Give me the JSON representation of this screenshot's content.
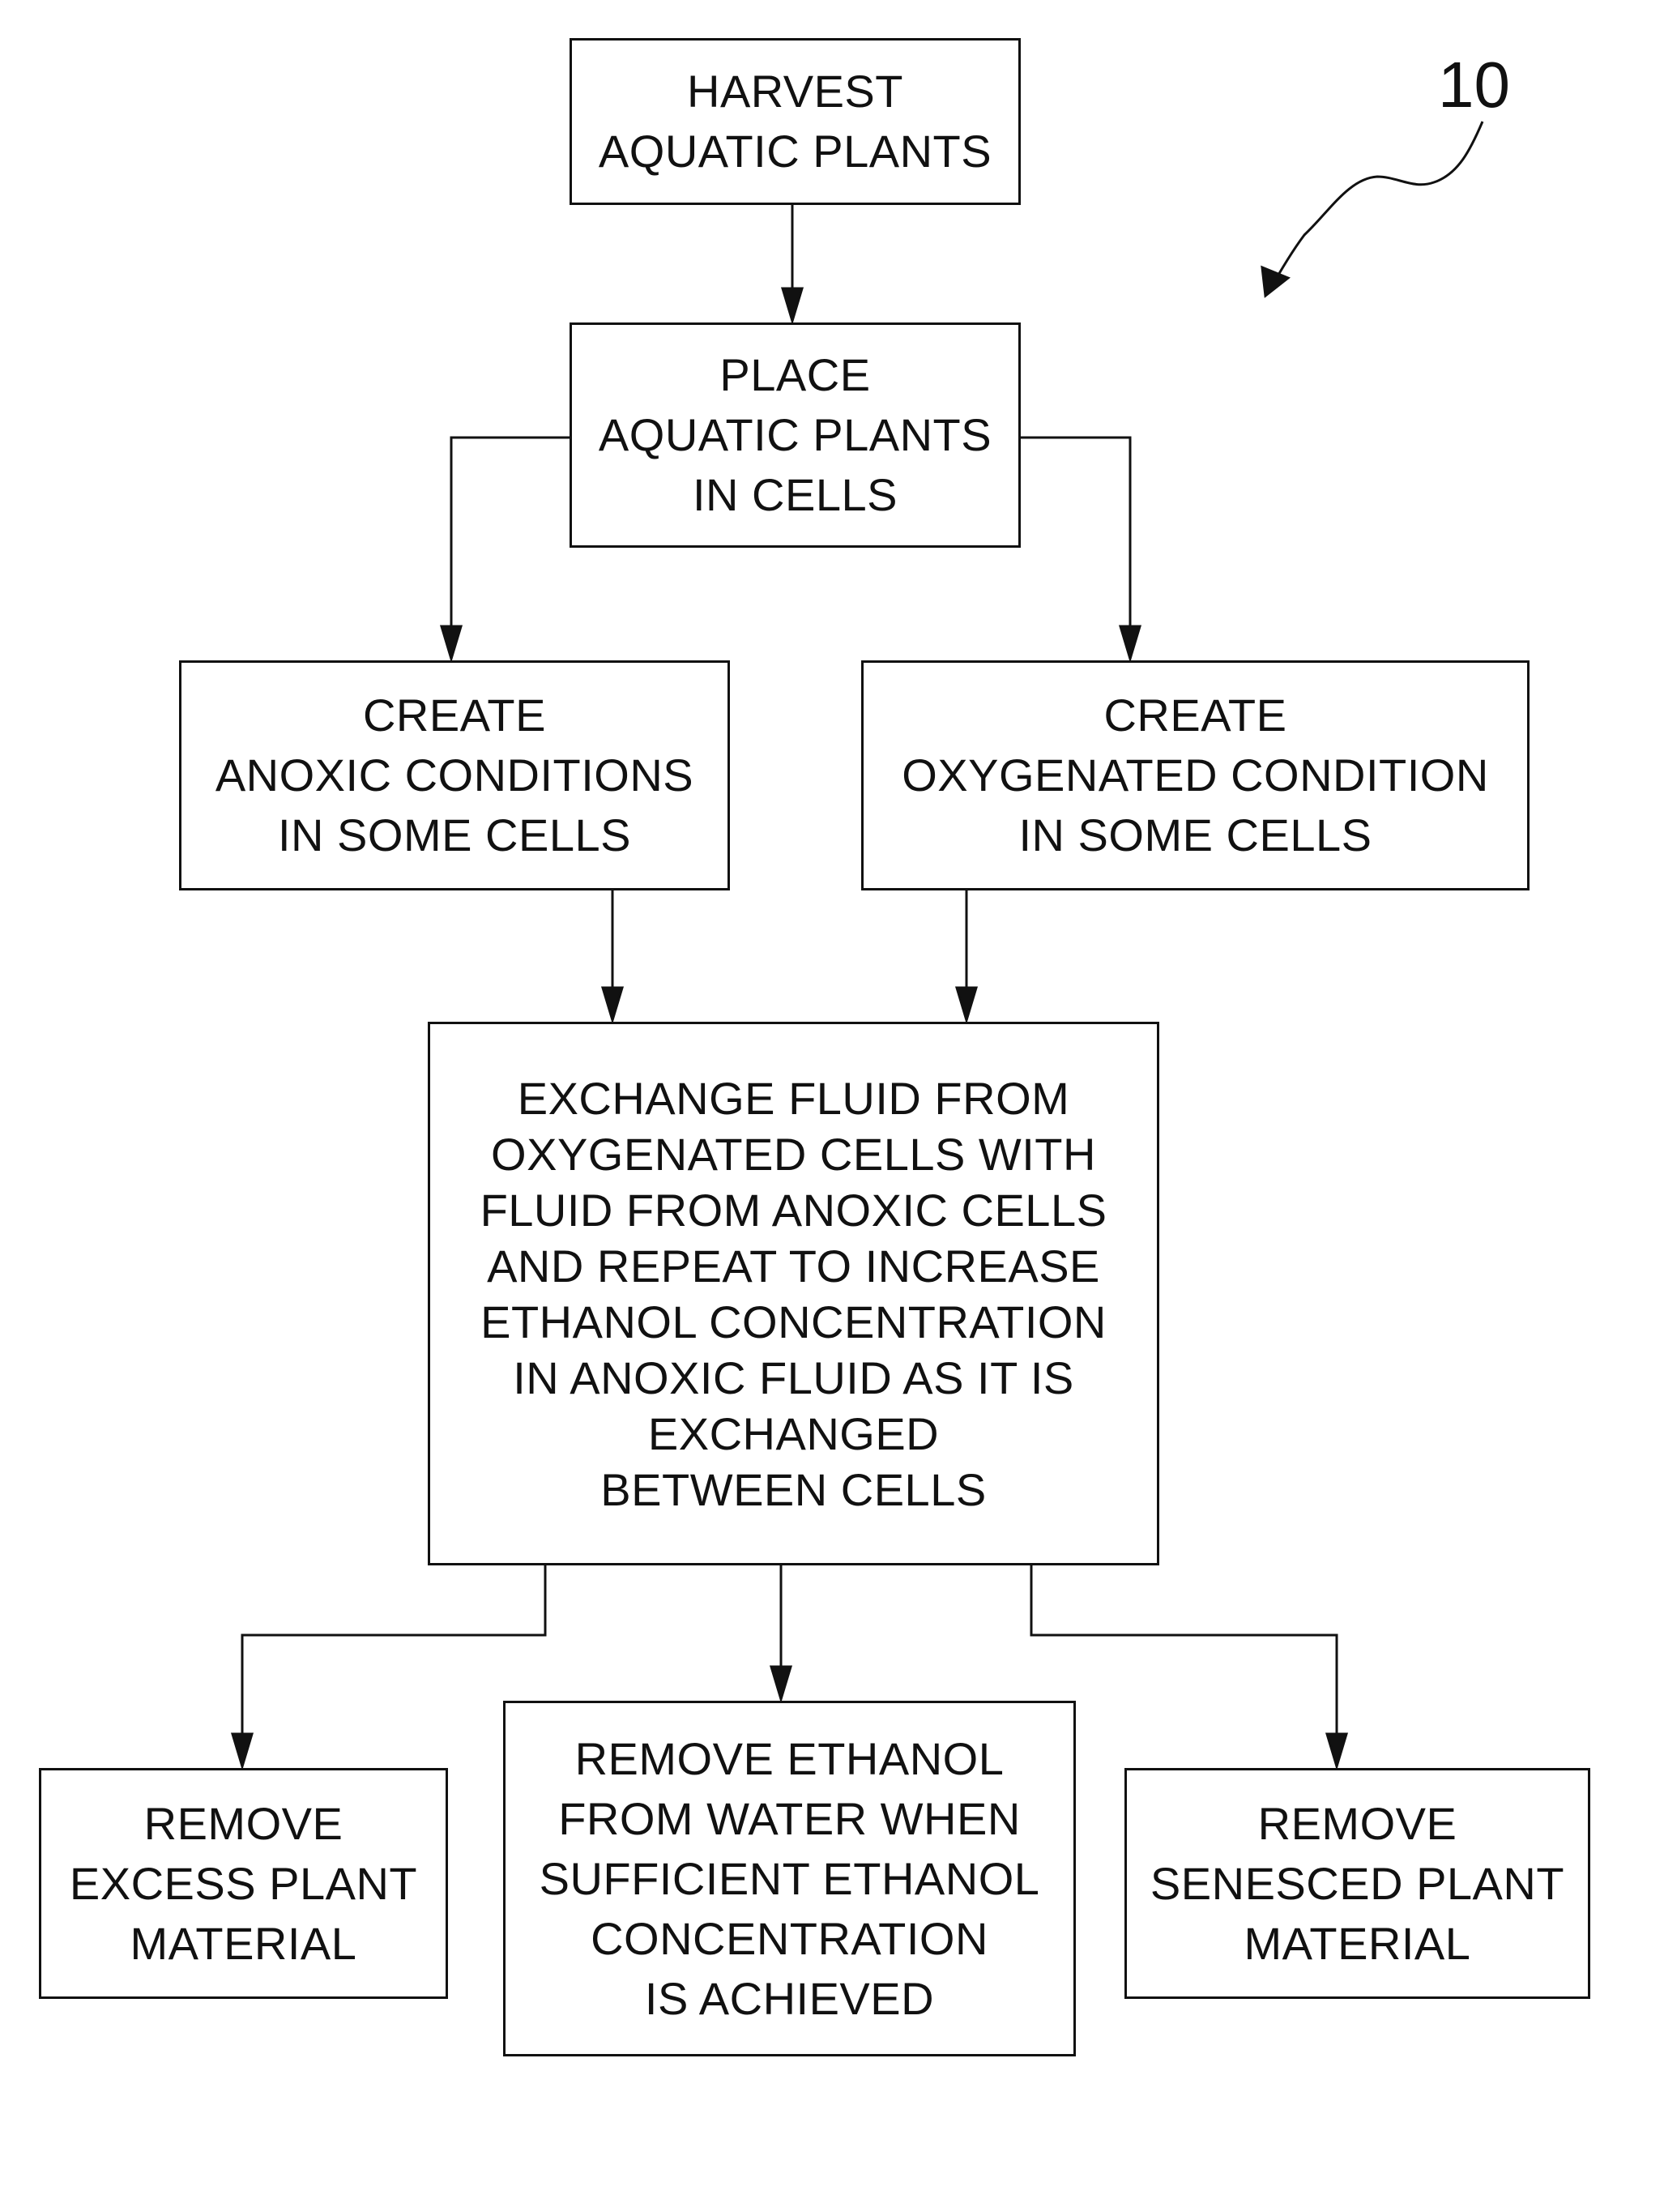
{
  "figure": {
    "reference_numeral": "10"
  },
  "steps": {
    "harvest": [
      "HARVEST",
      "AQUATIC PLANTS"
    ],
    "place": [
      "PLACE",
      "AQUATIC PLANTS",
      "IN CELLS"
    ],
    "anoxic": [
      "CREATE",
      "ANOXIC CONDITIONS",
      "IN SOME CELLS"
    ],
    "oxygenated": [
      "CREATE",
      "OXYGENATED CONDITION",
      "IN SOME CELLS"
    ],
    "exchange": [
      "EXCHANGE FLUID FROM",
      "OXYGENATED CELLS WITH",
      "FLUID FROM ANOXIC CELLS",
      "AND REPEAT TO INCREASE",
      "ETHANOL CONCENTRATION",
      "IN ANOXIC FLUID AS IT IS",
      "EXCHANGED",
      "BETWEEN CELLS"
    ],
    "remove_excess": [
      "REMOVE",
      "EXCESS PLANT",
      "MATERIAL"
    ],
    "remove_ethanol": [
      "REMOVE ETHANOL",
      "FROM WATER WHEN",
      "SUFFICIENT ETHANOL",
      "CONCENTRATION",
      "IS ACHIEVED"
    ],
    "remove_senesced": [
      "REMOVE",
      "SENESCED PLANT",
      "MATERIAL"
    ]
  }
}
